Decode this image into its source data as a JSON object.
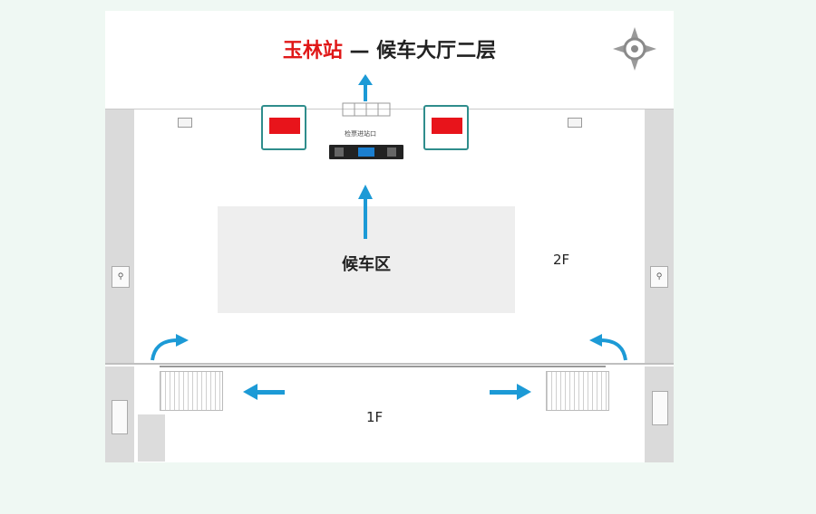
{
  "title": {
    "station": "玉林站",
    "subtitle": "— 候车大厅二层"
  },
  "areas": {
    "waiting_area": "候车区",
    "floor_2": "2F",
    "floor_1": "1F",
    "gate": "检票进站口"
  },
  "colors": {
    "station_text": "#e01818",
    "ad_red": "#e8141b",
    "frame_teal": "#2f8d8c",
    "arrow_blue": "#1c9ad6",
    "hall_gray": "#eeeeee"
  },
  "icons": {
    "compass": "compass-rose-icon",
    "arrow": "direction-arrow-icon",
    "restroom": "restroom-icon"
  }
}
